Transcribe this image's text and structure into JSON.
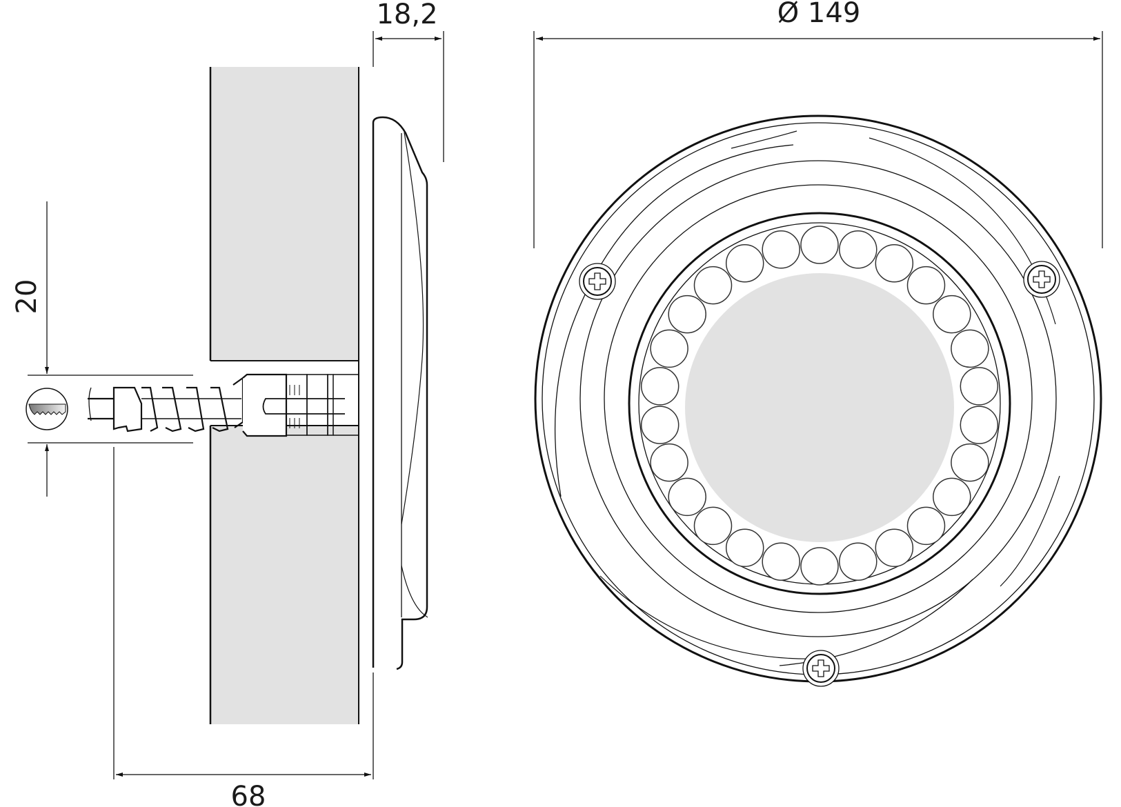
{
  "drawing": {
    "title": "LED recessed luminaire dimension drawing",
    "views": [
      "side-section",
      "front-view"
    ],
    "colors": {
      "line": "#111111",
      "dim_line": "#333333",
      "wall_fill": "#e2e2e2",
      "lens_fill": "#e2e2e2",
      "background": "#ffffff"
    }
  },
  "dimensions": {
    "depth_front": "18,2",
    "diameter": "Ø 149",
    "cutout_height": "20",
    "total_depth": "68"
  },
  "front_view": {
    "led_count": 26,
    "screw_count": 3,
    "screw_icon": "phillips-screw"
  },
  "side_view": {
    "drill_symbol": "hole-saw-icon"
  }
}
